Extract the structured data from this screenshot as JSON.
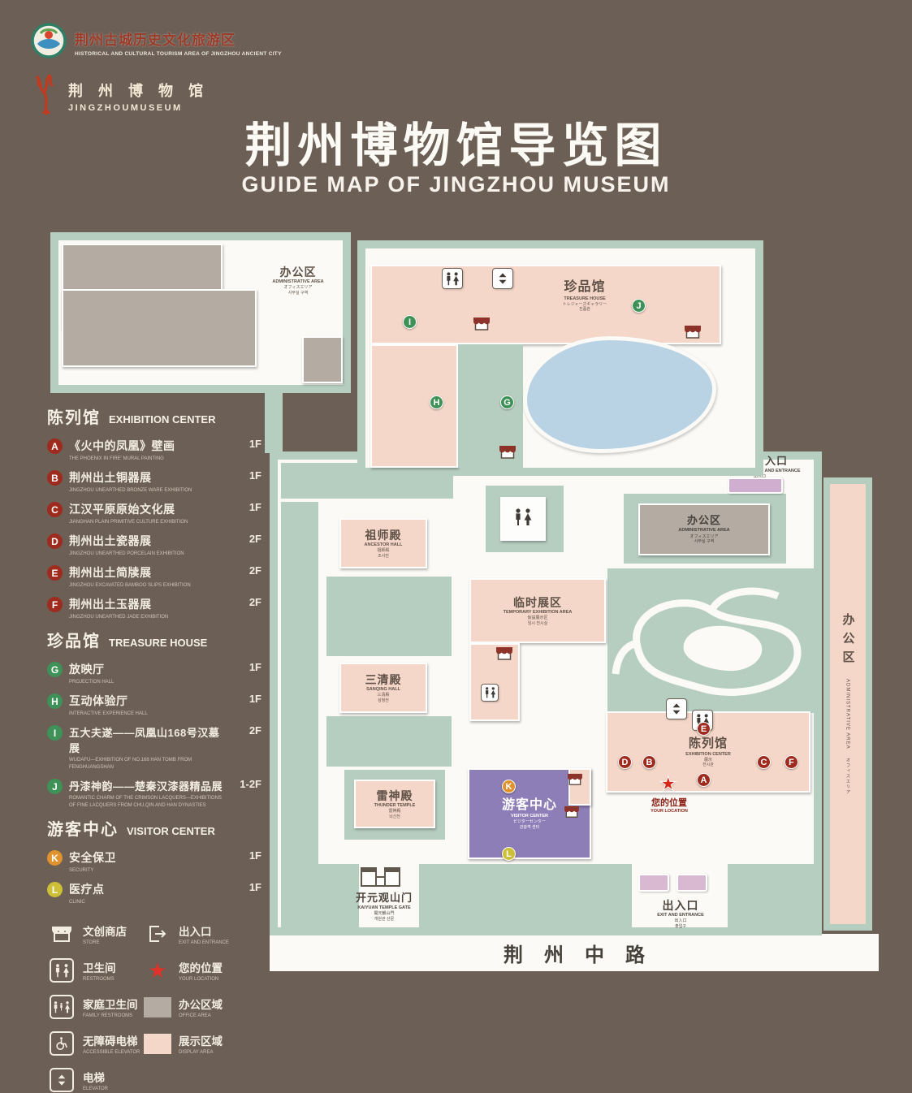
{
  "header": {
    "logo1": {
      "title": "荆州古城历史文化旅游区",
      "subtitle": "HISTORICAL AND CULTURAL TOURISM AREA OF JINGZHOU ANCIENT CITY"
    },
    "logo2": {
      "title": "荆 州 博 物 馆",
      "subtitle": "JINGZHOUMUSEUM"
    },
    "title": "荆州博物馆导览图",
    "subtitle": "GUIDE MAP OF JINGZHOU MUSEUM"
  },
  "legend": {
    "sections": [
      {
        "title_cn": "陈列馆",
        "title_en": "EXHIBITION CENTER",
        "items": [
          {
            "letter": "A",
            "cn": "《火中的凤凰》壁画",
            "en": "THE PHOENIX IN FIRE' MURAL PAINTING",
            "floor": "1F"
          },
          {
            "letter": "B",
            "cn": "荆州出土铜器展",
            "en": "JINGZHOU UNEARTHED BRONZE WARE EXHIBITION",
            "floor": "1F"
          },
          {
            "letter": "C",
            "cn": "江汉平原原始文化展",
            "en": "JIANGHAN PLAIN PRIMITIVE CULTURE EXHIBITION",
            "floor": "1F"
          },
          {
            "letter": "D",
            "cn": "荆州出土瓷器展",
            "en": "JINGZHOU UNEARTHED PORCELAIN EXHIBITION",
            "floor": "2F"
          },
          {
            "letter": "E",
            "cn": "荆州出土简牍展",
            "en": "JINGZHOU EXCAVATED BAMBOO SLIPS EXHIBITION",
            "floor": "2F"
          },
          {
            "letter": "F",
            "cn": "荆州出土玉器展",
            "en": "JINGZHOU UNEARTHED JADE EXHIBITION",
            "floor": "2F"
          }
        ]
      },
      {
        "title_cn": "珍品馆",
        "title_en": "TREASURE HOUSE",
        "items": [
          {
            "letter": "G",
            "cn": "放映厅",
            "en": "PROJECTION HALL",
            "floor": "1F"
          },
          {
            "letter": "H",
            "cn": "互动体验厅",
            "en": "INTERACTIVE EXPERIENCE HALL",
            "floor": "1F"
          },
          {
            "letter": "I",
            "cn": "五大夫遂——凤凰山168号汉墓展",
            "en": "WUDAFU—EXHIBITION OF NO.168 HAN TOMB FROM FENGHUANGSHAN",
            "floor": "2F"
          },
          {
            "letter": "J",
            "cn": "丹漆神韵——楚秦汉漆器精品展",
            "en": "ROMANTIC CHARM OF THE CRIMSON LACQUERS—EXHIBITIONS OF FINE LACQUERS FROM CHU,QIN AND HAN DYNASTIES",
            "floor": "1-2F"
          }
        ]
      },
      {
        "title_cn": "游客中心",
        "title_en": "VISITOR CENTER",
        "items": [
          {
            "letter": "K",
            "cn": "安全保卫",
            "en": "SECURITY",
            "floor": "1F"
          },
          {
            "letter": "L",
            "cn": "医疗点",
            "en": "CLINIC",
            "floor": "1F"
          }
        ]
      }
    ],
    "icons": [
      {
        "cn": "文创商店",
        "en": "STORE"
      },
      {
        "cn": "出入口",
        "en": "EXIT AND ENTRANCE"
      },
      {
        "cn": "卫生间",
        "en": "RESTROOMS"
      },
      {
        "cn": "您的位置",
        "en": "YOUR LOCATION"
      },
      {
        "cn": "家庭卫生间",
        "en": "FAMILY RESTROOMS"
      },
      {
        "cn": "办公区域",
        "en": "OFFICE AREA"
      },
      {
        "cn": "无障碍电梯",
        "en": "ACCESSIBLE ELEVATOR"
      },
      {
        "cn": "展示区域",
        "en": "DISPLAY AREA"
      },
      {
        "cn": "电梯",
        "en": "ELEVATOR"
      }
    ]
  },
  "map": {
    "letters": [
      "A",
      "B",
      "C",
      "D",
      "E",
      "F",
      "G",
      "H",
      "I",
      "J",
      "K",
      "L"
    ],
    "admin_topleft": {
      "cn": "办公区",
      "en": "ADMINISTRATIVE AREA",
      "l3": "オフィスエリア",
      "l4": "사무실 구역"
    },
    "treasure_house": {
      "cn": "珍品馆",
      "en": "TREASURE HOUSE",
      "l3": "トレジャーズギャラリー",
      "l4": "진품관"
    },
    "ancestor_hall": {
      "cn": "祖师殿",
      "en": "ANCESTOR HALL",
      "l3": "祖師殿",
      "l4": "조사전"
    },
    "temp_exhibition": {
      "cn": "临时展区",
      "en": "TEMPORARY EXHIBITION AREA",
      "l3": "仮設展示区",
      "l4": "임시 전시실"
    },
    "sanqing_hall": {
      "cn": "三清殿",
      "en": "SANQING HALL",
      "l3": "三清殿",
      "l4": "삼청전"
    },
    "thunder_temple": {
      "cn": "雷神殿",
      "en": "THUNDER TEMPLE",
      "l3": "雷神殿",
      "l4": "뇌신전"
    },
    "visitor_center": {
      "cn": "游客中心",
      "en": "VISITOR CENTER",
      "l3": "ビジターセンター",
      "l4": "관광객 센터"
    },
    "exhibition_center": {
      "cn": "陈列馆",
      "en": "EXHIBITION CENTER",
      "l3": "展示",
      "l4": "전시관"
    },
    "admin_mid": {
      "cn": "办公区",
      "en": "ADMINISTRATIVE AREA",
      "l3": "オフィスエリア",
      "l4": "사무실 구역"
    },
    "admin_right": {
      "cn": "办公区",
      "en": "ADMINISTRATIVE AREA",
      "l3": "オフィスエリア"
    },
    "kaiyuan_gate": {
      "cn": "开元观山门",
      "en": "KAIYUAN TEMPLE GATE",
      "l3": "開元観山門",
      "l4": "개원관 산문"
    },
    "exit_top": {
      "cn": "出入口",
      "en": "EXIT AND ENTRANCE",
      "l3": "出入口",
      "l4": "출입구"
    },
    "exit_bottom": {
      "cn": "出入口",
      "en": "EXIT AND ENTRANCE",
      "l3": "出入口",
      "l4": "출입구"
    },
    "your_location": {
      "cn": "您的位置",
      "en": "YOUR LOCATION"
    },
    "road": "荆州中路"
  },
  "colors": {
    "background": "#6c5f55",
    "path_green": "#b6cec0",
    "display_area_pink": "#f5d7c9",
    "office_area_gray": "#b4aba3",
    "pond_blue": "#b9d3e4",
    "visitor_center_purple": "#8e7eb7",
    "marker_red": "#9e2b1e",
    "marker_green": "#3f9257",
    "marker_orange": "#e0922f",
    "marker_yellow": "#cdbf37",
    "location_star_red": "#d6281a"
  }
}
